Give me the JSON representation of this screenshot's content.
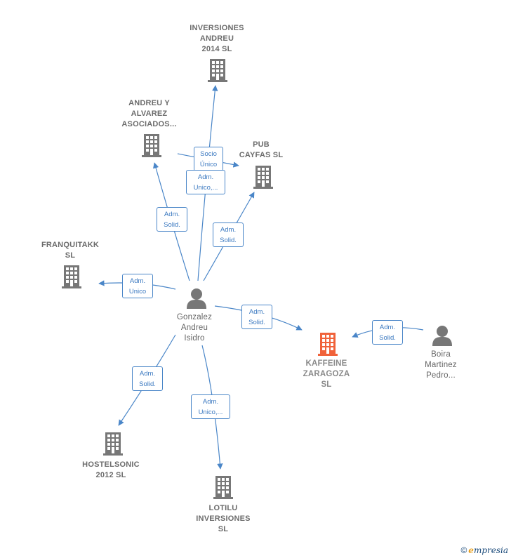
{
  "nodes": {
    "inversiones_andreu": {
      "label": "INVERSIONES\nANDREU\n2014  SL",
      "type": "company"
    },
    "andreu_alvarez": {
      "label": "ANDREU Y\nALVAREZ\nASOCIADOS...",
      "type": "company"
    },
    "pub_cayfas": {
      "label": "PUB\nCAYFAS SL",
      "type": "company"
    },
    "franquitakk": {
      "label": "FRANQUITAKK\nSL",
      "type": "company"
    },
    "gonzalez": {
      "label": "Gonzalez\nAndreu\nIsidro",
      "type": "person"
    },
    "kaffeine": {
      "label": "KAFFEINE\nZARAGOZA\nSL",
      "type": "company-focus"
    },
    "boira": {
      "label": "Boira\nMartinez\nPedro...",
      "type": "person"
    },
    "hostelsonic": {
      "label": "HOSTELSONIC\n2012 SL",
      "type": "company"
    },
    "lotilu": {
      "label": "LOTILU\nINVERSIONES\nSL",
      "type": "company"
    }
  },
  "edges": {
    "socio_unico": "Socio\nÚnico",
    "adm_unico_inversiones": "Adm.\nUnico,...",
    "adm_solid_andreu": "Adm.\nSolid.",
    "adm_solid_pub": "Adm.\nSolid.",
    "adm_unico_franquitakk": "Adm.\nUnico",
    "adm_solid_kaffeine": "Adm.\nSolid.",
    "adm_solid_boira": "Adm.\nSolid.",
    "adm_solid_hostelsonic": "Adm.\nSolid.",
    "adm_unico_lotilu": "Adm.\nUnico,..."
  },
  "colors": {
    "edge": "#4a86c8",
    "company_icon": "#777777",
    "focus_icon": "#f0623a",
    "person_icon": "#777777"
  },
  "icons": {
    "company": "building-icon",
    "person": "person-icon"
  },
  "watermark": {
    "symbol": "©",
    "brand_initial": "e",
    "brand_rest": "mpresia"
  }
}
